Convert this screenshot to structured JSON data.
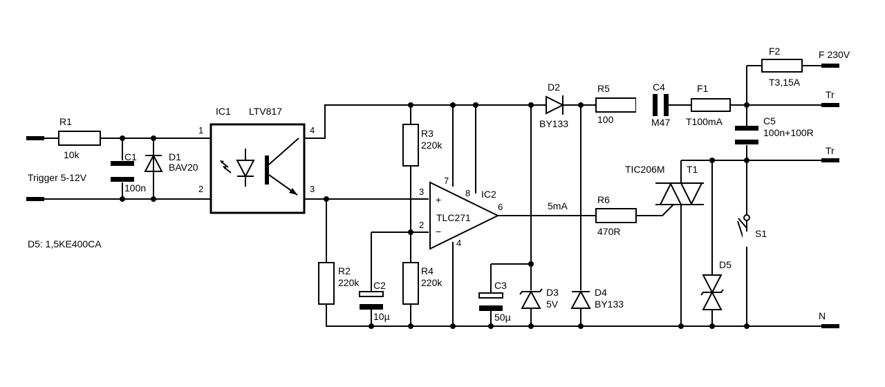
{
  "components": {
    "r1": {
      "ref": "R1",
      "value": "10k"
    },
    "c1": {
      "ref": "C1",
      "value": "100n"
    },
    "d1": {
      "ref": "D1",
      "value": "BAV20"
    },
    "ic1": {
      "ref": "IC1",
      "value": "LTV817"
    },
    "r2": {
      "ref": "R2",
      "value": "220k"
    },
    "c2": {
      "ref": "C2",
      "value": "10µ"
    },
    "r3": {
      "ref": "R3",
      "value": "220k"
    },
    "r4": {
      "ref": "R4",
      "value": "220k"
    },
    "ic2": {
      "ref": "IC2",
      "value": "TLC271"
    },
    "c3": {
      "ref": "C3",
      "value": "50µ"
    },
    "d3": {
      "ref": "D3",
      "value": "5V"
    },
    "d2": {
      "ref": "D2",
      "value": "BY133"
    },
    "d4": {
      "ref": "D4",
      "value": "BY133"
    },
    "r5": {
      "ref": "R5",
      "value": "100"
    },
    "c4": {
      "ref": "C4",
      "value": "M47"
    },
    "f1": {
      "ref": "F1",
      "value": "T100mA"
    },
    "f2": {
      "ref": "F2",
      "value": "T3,15A"
    },
    "c5": {
      "ref": "C5",
      "value": "100n+100R"
    },
    "r6": {
      "ref": "R6",
      "value": "470R"
    },
    "t1": {
      "ref": "T1",
      "value": "TIC206M"
    },
    "d5": {
      "ref": "D5"
    },
    "s1": {
      "ref": "S1"
    }
  },
  "terminals": {
    "trigger": "Trigger 5-12V",
    "f230": "F 230V",
    "tr_top": "Tr",
    "tr_bottom": "Tr",
    "n": "N"
  },
  "notes": {
    "current_label": "5mA",
    "d5_note": "D5: 1,5KE400CA"
  },
  "pins": {
    "ic1_1": "1",
    "ic1_2": "2",
    "ic1_3": "3",
    "ic1_4": "4",
    "ic2_2": "2",
    "ic2_3": "3",
    "ic2_4": "4",
    "ic2_6": "6",
    "ic2_7": "7",
    "ic2_8": "8",
    "plus": "+",
    "minus": "−"
  }
}
